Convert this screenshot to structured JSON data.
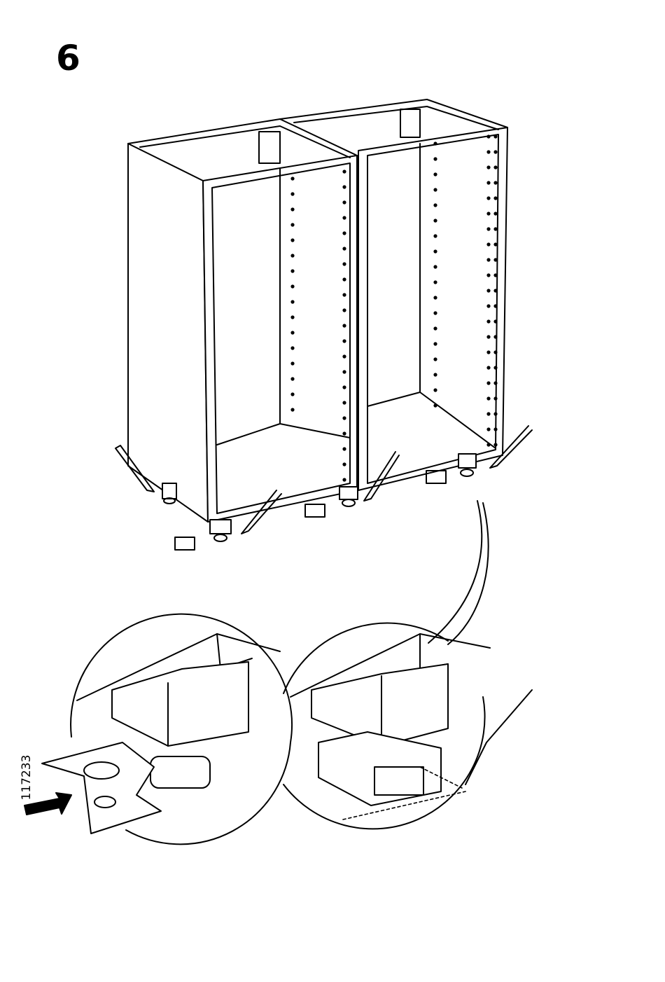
{
  "step_number": "6",
  "article_code": "117233",
  "icons": [
    "cabinet-frame-illustration",
    "leg-icon",
    "clip-icon",
    "pencil-icon",
    "arrow-icon",
    "magnifier-detail-circle"
  ]
}
